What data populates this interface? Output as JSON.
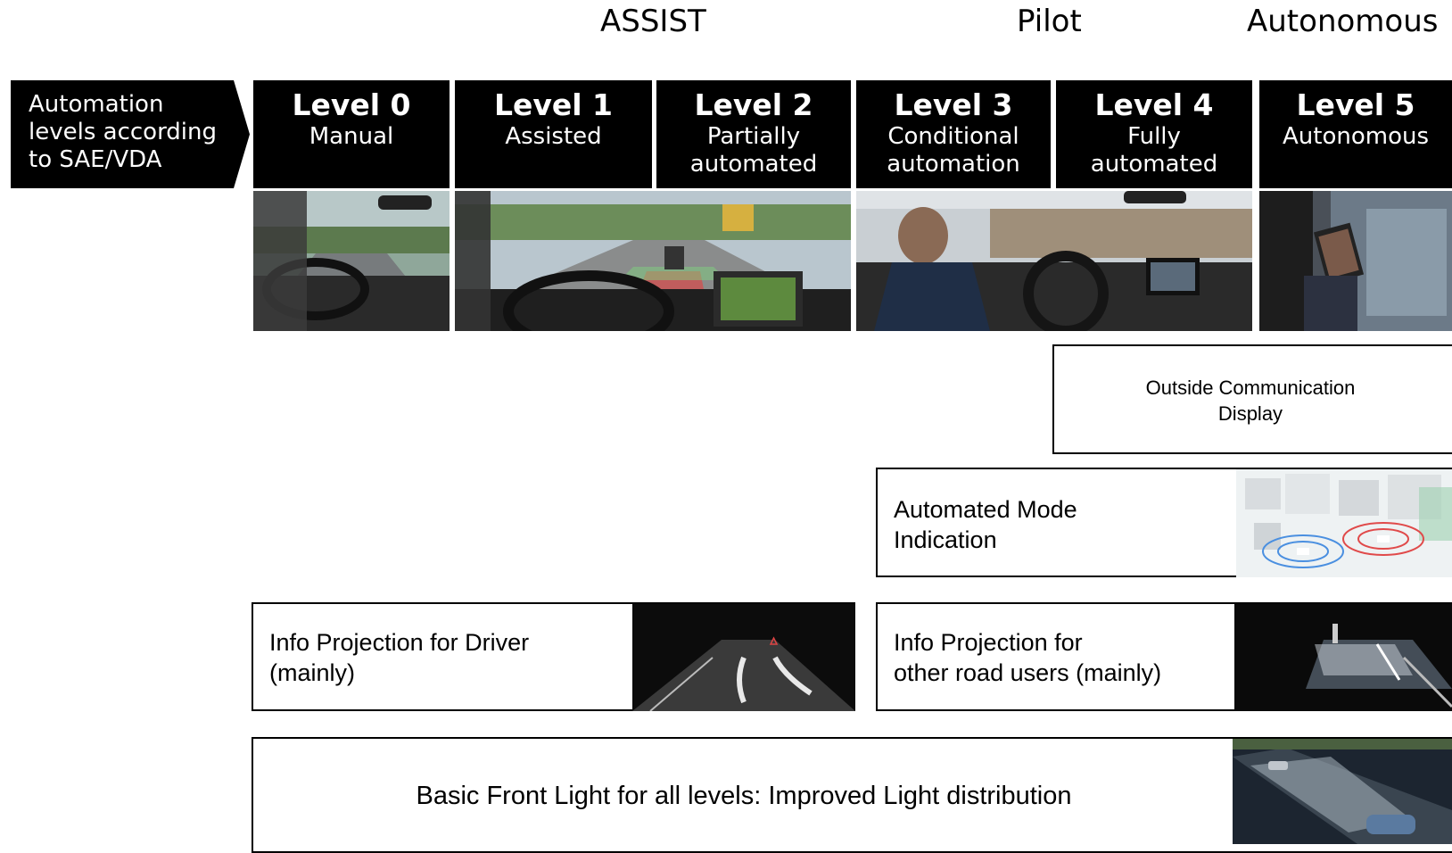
{
  "categories": {
    "assist": "ASSIST",
    "pilot": "Pilot",
    "autonomous": "Autonomous"
  },
  "sae_label": {
    "line1": "Automation",
    "line2": "levels according",
    "line3": "to SAE/VDA"
  },
  "levels": [
    {
      "title": "Level 0",
      "sub1": "Manual",
      "sub2": ""
    },
    {
      "title": "Level 1",
      "sub1": "Assisted",
      "sub2": ""
    },
    {
      "title": "Level 2",
      "sub1": "Partially",
      "sub2": "automated"
    },
    {
      "title": "Level 3",
      "sub1": "Conditional",
      "sub2": "automation"
    },
    {
      "title": "Level 4",
      "sub1": "Fully",
      "sub2": "automated"
    },
    {
      "title": "Level 5",
      "sub1": "Autonomous",
      "sub2": ""
    }
  ],
  "features": {
    "outside_comm": {
      "line1": "Outside Communication",
      "line2": "Display"
    },
    "automated_mode": {
      "line1": "Automated Mode",
      "line2": "Indication"
    },
    "info_driver": {
      "line1": "Info Projection for Driver",
      "line2": "(mainly)"
    },
    "info_others": {
      "line1": "Info Projection for",
      "line2": "other road users (mainly)"
    },
    "basic_light": "Basic Front Light for all levels: Improved Light distribution"
  }
}
